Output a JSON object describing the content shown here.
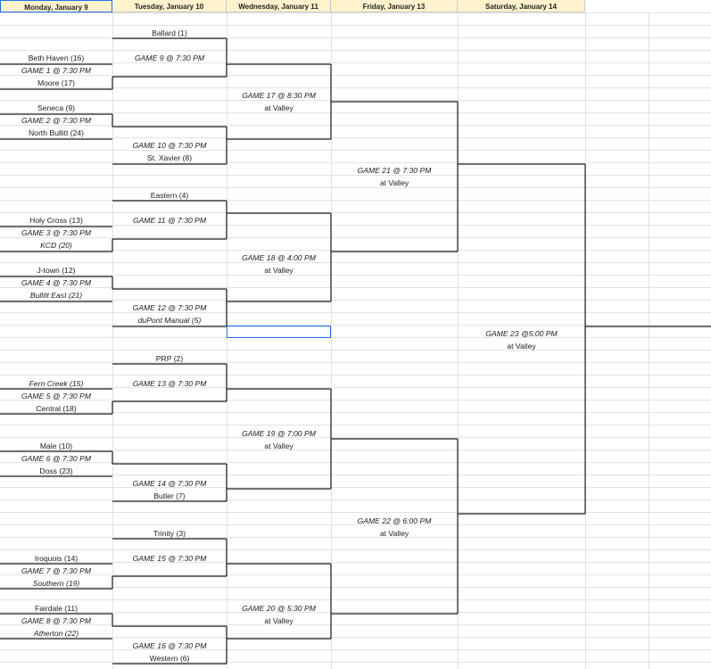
{
  "colors": {
    "header_bg": "#fff2cc",
    "grid": "#e2e2e2",
    "line": "#1f1f1f",
    "selection": "#1a73e8"
  },
  "headers": {
    "monday": "Monday, January 9",
    "tuesday": "Tuesday, January 10",
    "wednesday": "Wednesday, January 11",
    "friday": "Friday, January 13",
    "saturday": "Saturday, January 14"
  },
  "monday": {
    "g1_top": "Beth Haven (16)",
    "g1": "GAME 1 @ 7:30 PM",
    "g1_bottom": "Moore (17)",
    "g2_top": "Seneca (9)",
    "g2": "GAME 2 @ 7:30 PM",
    "g2_bottom": "North Bullitt (24)",
    "g3_top": "Holy Cross (13)",
    "g3": "GAME 3 @ 7:30 PM",
    "g3_bottom": "KCD (20)",
    "g4_top": "J-town (12)",
    "g4": "GAME 4 @ 7:30 PM",
    "g4_bottom": "Bullitt East (21)",
    "g5_top": "Fern Creek (15)",
    "g5": "GAME 5 @ 7:30 PM",
    "g5_bottom": "Central (18)",
    "g6_top": "Male (10)",
    "g6": "GAME 6 @ 7:30 PM",
    "g6_bottom": "Doss (23)",
    "g7_top": "Iroquois (14)",
    "g7": "GAME 7 @ 7:30 PM",
    "g7_bottom": "Southern (19)",
    "g8_top": "Fairdale (11)",
    "g8": "GAME 8 @ 7:30 PM",
    "g8_bottom": "Atherton (22)"
  },
  "tuesday": {
    "g9_top": "Ballard (1)",
    "g9": "GAME 9 @ 7:30 PM",
    "g10": "GAME 10 @ 7:30 PM",
    "g10_bottom": "St. Xavier (8)",
    "g11_top": "Eastern (4)",
    "g11": "GAME 11 @ 7:30 PM",
    "g12": "GAME 12 @ 7:30 PM",
    "g12_bottom": "duPont Manual (5)",
    "g13_top": "PRP (2)",
    "g13": "GAME 13 @ 7:30 PM",
    "g14": "GAME 14 @ 7:30 PM",
    "g14_bottom": "Butler (7)",
    "g15_top": "Trinity (3)",
    "g15": "GAME 15 @ 7:30 PM",
    "g16": "GAME 16 @ 7:30 PM",
    "g16_bottom": "Western (6)"
  },
  "wednesday": {
    "g17": "GAME 17 @ 8:30 PM",
    "g17_site": "at Valley",
    "g18": "GAME 18 @ 4:00 PM",
    "g18_site": "at Valley",
    "g19": "GAME 19 @ 7:00 PM",
    "g19_site": "at Valley",
    "g20": "GAME 20 @ 5:30 PM",
    "g20_site": "at Valley"
  },
  "friday": {
    "g21": "GAME 21 @ 7:30 PM",
    "g21_site": "at Valley",
    "g22": "GAME 22 @ 6:00 PM",
    "g22_site": "at Valley"
  },
  "saturday": {
    "g23": "GAME 23 @5:00 PM",
    "g23_site": "at Valley"
  }
}
